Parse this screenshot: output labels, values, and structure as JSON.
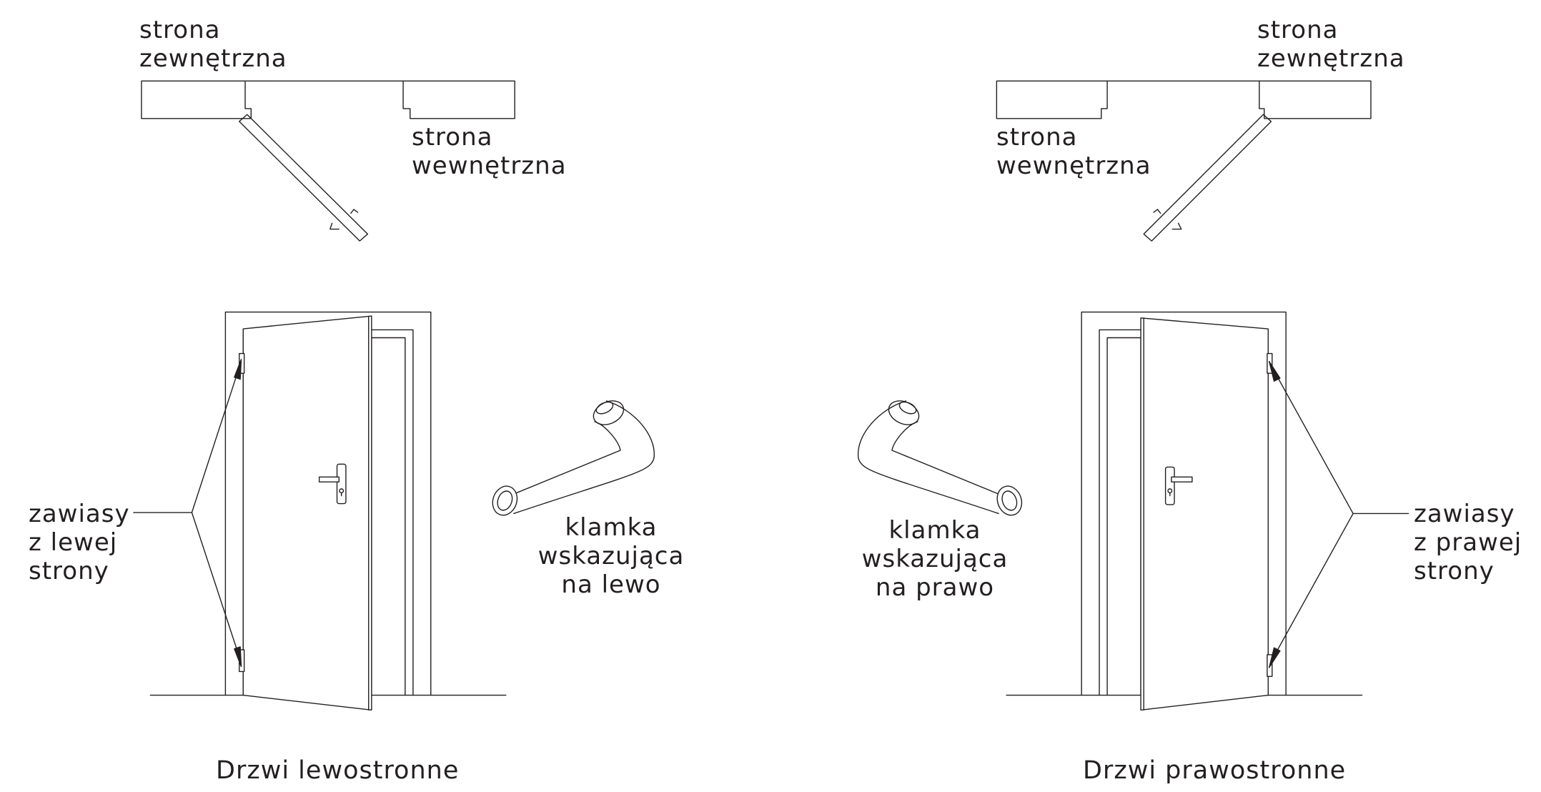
{
  "left": {
    "outer_side": [
      "strona",
      "zewnętrzna"
    ],
    "inner_side": [
      "strona",
      "wewnętrzna"
    ],
    "hinges": [
      "zawiasy",
      "z lewej",
      "strony"
    ],
    "handle": [
      "klamka",
      "wskazująca",
      "na lewo"
    ],
    "caption": "Drzwi lewostronne"
  },
  "right": {
    "outer_side": [
      "strona",
      "zewnętrzna"
    ],
    "inner_side": [
      "strona",
      "wewnętrzna"
    ],
    "hinges": [
      "zawiasy",
      "z prawej",
      "strony"
    ],
    "handle": [
      "klamka",
      "wskazująca",
      "na prawo"
    ],
    "caption": "Drzwi prawostronne"
  },
  "colors": {
    "line": "#231f20",
    "background": "#ffffff"
  }
}
